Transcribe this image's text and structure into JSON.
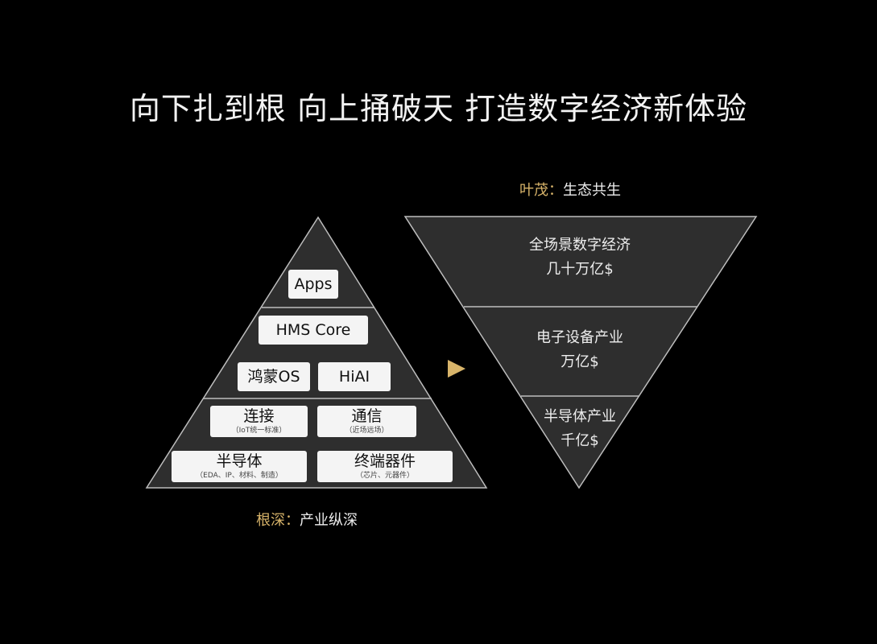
{
  "title": "向下扎到根 向上捅破天 打造数字经济新体验",
  "accent_color": "#d8b46a",
  "pyramid": {
    "caption_lead": "根深：",
    "caption_text": "产业纵深",
    "apps": "Apps",
    "hms": "HMS Core",
    "hongmeng": "鸿蒙OS",
    "hiai": "HiAI",
    "lianjie": {
      "main": "连接",
      "sub": "（IoT统一标准）"
    },
    "tongxin": {
      "main": "通信",
      "sub": "（近场远场）"
    },
    "bandaoti": {
      "main": "半导体",
      "sub": "（EDA、IP、材料、制造）"
    },
    "zhongduan": {
      "main": "终端器件",
      "sub": "（芯片、元器件）"
    }
  },
  "inverted": {
    "caption_lead": "叶茂：",
    "caption_text": "生态共生",
    "levels": [
      {
        "line1": "全场景数字经济",
        "line2": "几十万亿$"
      },
      {
        "line1": "电子设备产业",
        "line2": "万亿$"
      },
      {
        "line1": "半导体产业",
        "line2": "千亿$"
      }
    ]
  },
  "arrow_icon": "play-arrow-icon"
}
